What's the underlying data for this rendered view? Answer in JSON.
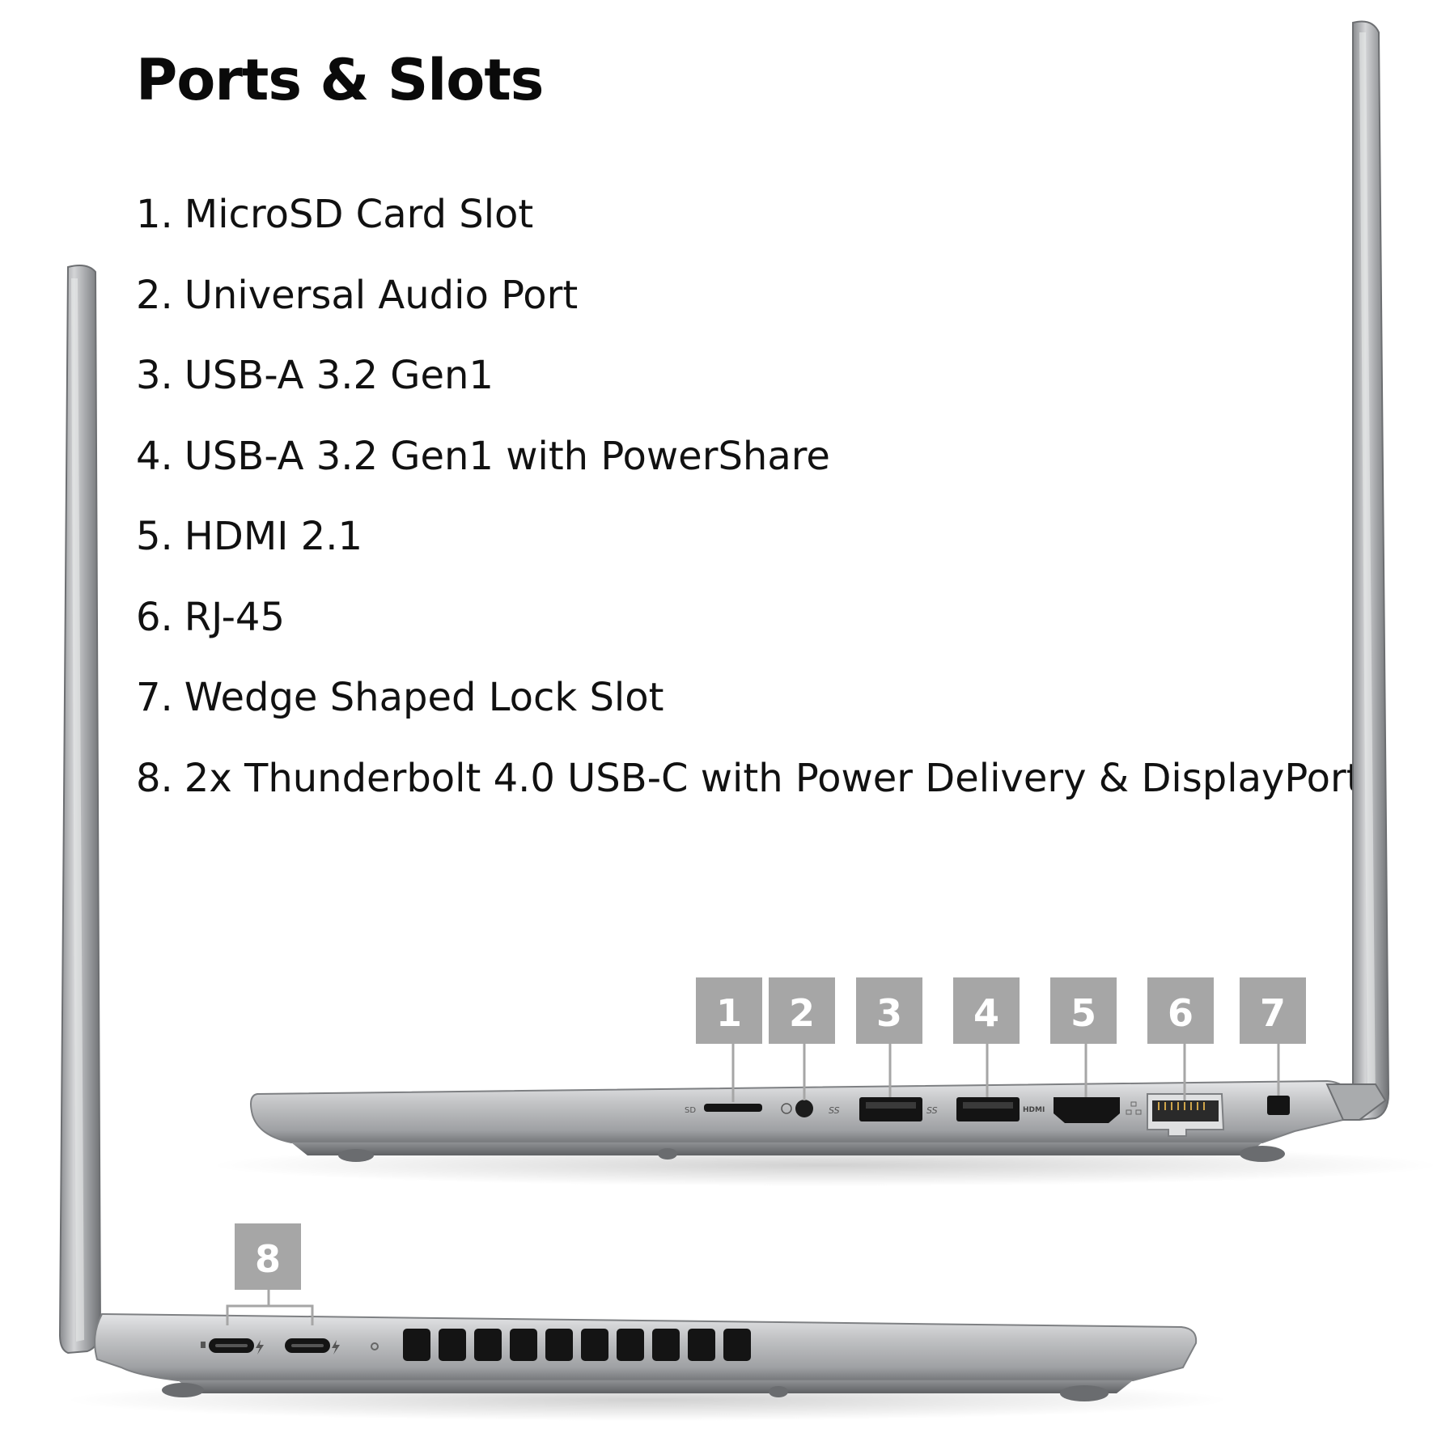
{
  "heading": "Ports & Slots",
  "ports": [
    {
      "number": "1.",
      "label": "MicroSD Card Slot"
    },
    {
      "number": "2.",
      "label": "Universal Audio Port"
    },
    {
      "number": "3.",
      "label": "USB-A 3.2 Gen1"
    },
    {
      "number": "4.",
      "label": "USB-A 3.2 Gen1 with PowerShare"
    },
    {
      "number": "5.",
      "label": "HDMI 2.1"
    },
    {
      "number": "6.",
      "label": "RJ-45"
    },
    {
      "number": "7.",
      "label": "Wedge Shaped Lock Slot"
    },
    {
      "number": "8.",
      "label": "2x Thunderbolt 4.0 USB-C with Power Delivery & DisplayPort"
    }
  ],
  "callouts": [
    "1",
    "2",
    "3",
    "4",
    "5",
    "6",
    "7",
    "8"
  ],
  "port_markings": {
    "sd": "SD",
    "ss_usb_1": "SS",
    "ss_usb_2": "SS",
    "hdmi": "HDMI"
  },
  "colors": {
    "callout_box": "#a6a6a6",
    "callout_text": "#ffffff",
    "chassis_light": "#c9cacc",
    "chassis_dark": "#7d7f82",
    "port_black": "#141414"
  },
  "icons": {
    "lid": "laptop-lid-illustration",
    "right_side": "laptop-right-side-illustration",
    "left_side": "laptop-left-side-illustration"
  }
}
